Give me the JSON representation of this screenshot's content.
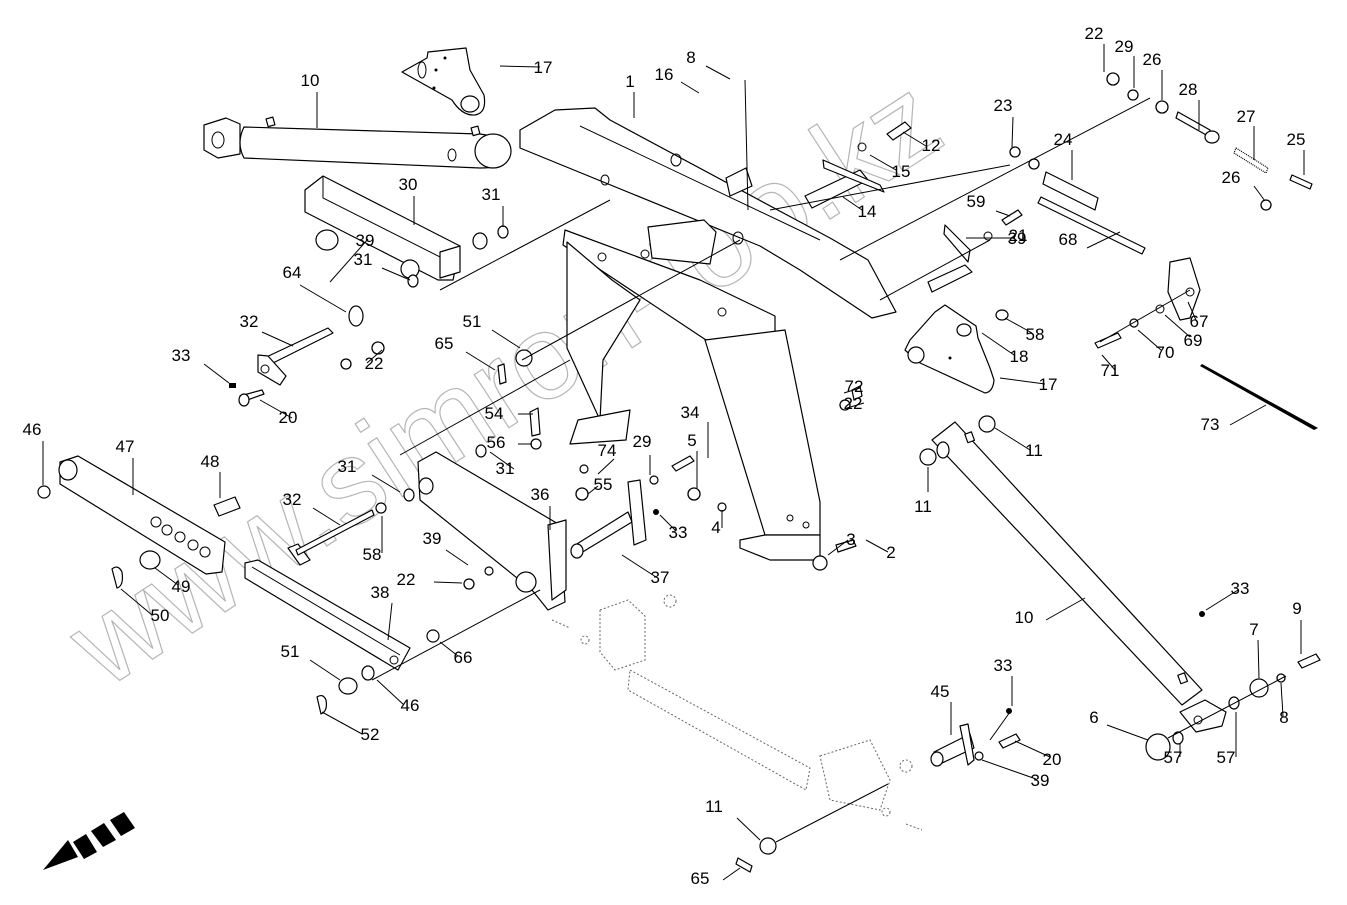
{
  "title": "Exploded view — lift frame / linkage assembly",
  "watermark": "www.simron-too.kz",
  "direction_indicator": "front-direction-arrow",
  "callouts": [
    {
      "label": "1",
      "part": "main-frame"
    },
    {
      "label": "2",
      "part": "bolt"
    },
    {
      "label": "3",
      "part": "spacer"
    },
    {
      "label": "4",
      "part": "washer"
    },
    {
      "label": "5",
      "part": "nut"
    },
    {
      "label": "6",
      "part": "seal-ring"
    },
    {
      "label": "7",
      "part": "washer"
    },
    {
      "label": "8",
      "part": "lock-washer"
    },
    {
      "label": "8",
      "part": "lock-washer"
    },
    {
      "label": "9",
      "part": "bolt"
    },
    {
      "label": "10",
      "part": "hydraulic-cylinder"
    },
    {
      "label": "10",
      "part": "hydraulic-cylinder"
    },
    {
      "label": "11",
      "part": "washer"
    },
    {
      "label": "11",
      "part": "washer"
    },
    {
      "label": "11",
      "part": "ring"
    },
    {
      "label": "12",
      "part": "bolt"
    },
    {
      "label": "14",
      "part": "pin"
    },
    {
      "label": "15",
      "part": "washer"
    },
    {
      "label": "16",
      "part": "nut"
    },
    {
      "label": "17",
      "part": "bracket"
    },
    {
      "label": "17",
      "part": "bracket"
    },
    {
      "label": "18",
      "part": "bushing"
    },
    {
      "label": "20",
      "part": "bolt"
    },
    {
      "label": "20",
      "part": "bolt"
    },
    {
      "label": "21",
      "part": "pin"
    },
    {
      "label": "22",
      "part": "nut"
    },
    {
      "label": "22",
      "part": "nut"
    },
    {
      "label": "22",
      "part": "nut"
    },
    {
      "label": "22",
      "part": "nut"
    },
    {
      "label": "23",
      "part": "nut"
    },
    {
      "label": "24",
      "part": "spacer-rod"
    },
    {
      "label": "25",
      "part": "bolt"
    },
    {
      "label": "26",
      "part": "nut"
    },
    {
      "label": "26",
      "part": "nut"
    },
    {
      "label": "27",
      "part": "spring"
    },
    {
      "label": "28",
      "part": "eye-bolt"
    },
    {
      "label": "29",
      "part": "washer"
    },
    {
      "label": "29",
      "part": "washer"
    },
    {
      "label": "30",
      "part": "lift-arm"
    },
    {
      "label": "31",
      "part": "bushing"
    },
    {
      "label": "31",
      "part": "bushing"
    },
    {
      "label": "31",
      "part": "bushing"
    },
    {
      "label": "31",
      "part": "bushing"
    },
    {
      "label": "32",
      "part": "pin"
    },
    {
      "label": "32",
      "part": "pin"
    },
    {
      "label": "33",
      "part": "grease-nipple"
    },
    {
      "label": "33",
      "part": "grease-nipple"
    },
    {
      "label": "33",
      "part": "grease-nipple"
    },
    {
      "label": "33",
      "part": "grease-nipple"
    },
    {
      "label": "34",
      "part": "bolt"
    },
    {
      "label": "36",
      "part": "lower-arm"
    },
    {
      "label": "37",
      "part": "pin"
    },
    {
      "label": "38",
      "part": "link-bar"
    },
    {
      "label": "39",
      "part": "washer"
    },
    {
      "label": "39",
      "part": "washer"
    },
    {
      "label": "39",
      "part": "washer"
    },
    {
      "label": "39",
      "part": "washer"
    },
    {
      "label": "45",
      "part": "pin"
    },
    {
      "label": "46",
      "part": "bushing"
    },
    {
      "label": "46",
      "part": "bushing"
    },
    {
      "label": "47",
      "part": "adjust-link"
    },
    {
      "label": "48",
      "part": "pin"
    },
    {
      "label": "49",
      "part": "washer"
    },
    {
      "label": "50",
      "part": "clip"
    },
    {
      "label": "51",
      "part": "washer"
    },
    {
      "label": "51",
      "part": "washer"
    },
    {
      "label": "52",
      "part": "clip"
    },
    {
      "label": "54",
      "part": "bolt"
    },
    {
      "label": "55",
      "part": "nut"
    },
    {
      "label": "56",
      "part": "washer"
    },
    {
      "label": "57",
      "part": "bushing"
    },
    {
      "label": "57",
      "part": "bushing"
    },
    {
      "label": "58",
      "part": "washer"
    },
    {
      "label": "58",
      "part": "washer"
    },
    {
      "label": "59",
      "part": "bolt"
    },
    {
      "label": "64",
      "part": "bushing"
    },
    {
      "label": "65",
      "part": "pin"
    },
    {
      "label": "65",
      "part": "pin"
    },
    {
      "label": "66",
      "part": "ring"
    },
    {
      "label": "67",
      "part": "bracket"
    },
    {
      "label": "68",
      "part": "rod"
    },
    {
      "label": "69",
      "part": "washer"
    },
    {
      "label": "70",
      "part": "lock-washer"
    },
    {
      "label": "71",
      "part": "bolt"
    },
    {
      "label": "72",
      "part": "lock-plate"
    },
    {
      "label": "73",
      "part": "cable-tie"
    },
    {
      "label": "74",
      "part": "washer"
    }
  ]
}
